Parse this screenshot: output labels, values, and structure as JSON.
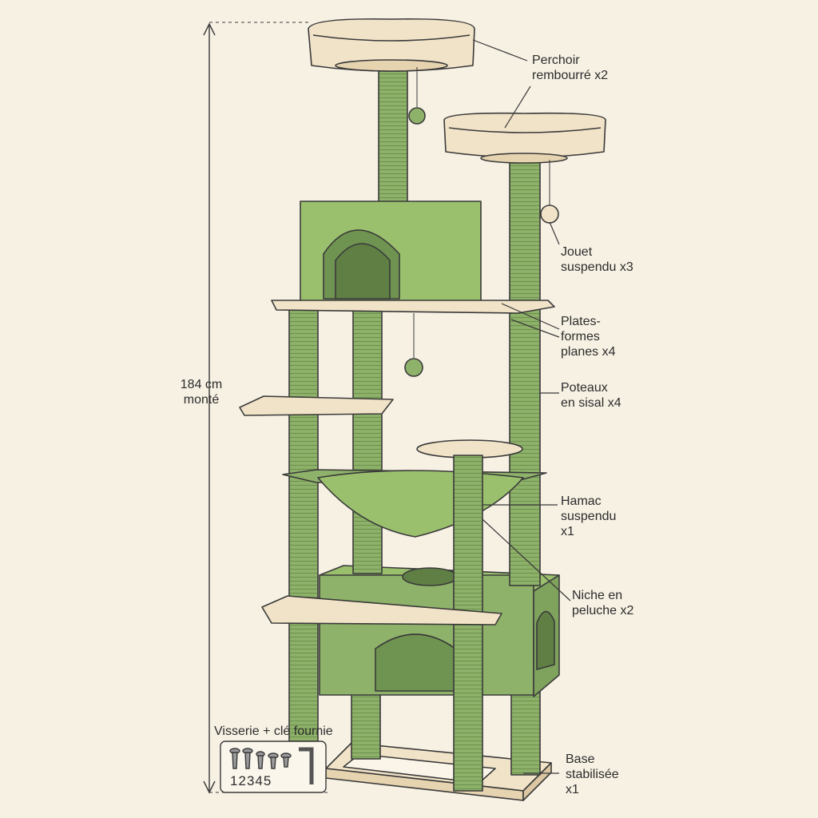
{
  "colors": {
    "background": "#f7f1e4",
    "sisal_green": "#8fb26a",
    "plush_green": "#9ac06e",
    "cream": "#f1e3c8",
    "line": "#3a3a3a"
  },
  "height_label": {
    "line1": "184 cm",
    "line2": "monté"
  },
  "callouts": [
    {
      "id": "perchoir",
      "line1": "Perchoir",
      "line2": "rembourré x2",
      "line3": ""
    },
    {
      "id": "jouet",
      "line1": "Jouet",
      "line2": "suspendu x3",
      "line3": ""
    },
    {
      "id": "plateformes",
      "line1": "Plates-",
      "line2": "formes",
      "line3": "planes x4"
    },
    {
      "id": "poteaux",
      "line1": "Poteaux",
      "line2": "en sisal x4",
      "line3": ""
    },
    {
      "id": "hamac",
      "line1": "Hamac",
      "line2": "suspendu",
      "line3": "x1"
    },
    {
      "id": "niche",
      "line1": "Niche en",
      "line2": "peluche x2",
      "line3": ""
    },
    {
      "id": "base",
      "line1": "Base",
      "line2": "stabilisée",
      "line3": "x1"
    }
  ],
  "hardware": {
    "title": "Visserie + clé fournie",
    "numbers": [
      "1",
      "2",
      "3",
      "4",
      "5"
    ],
    "icons": [
      "screw-icon",
      "screw-icon",
      "screw-icon",
      "screw-icon",
      "screw-icon",
      "allen-key-icon"
    ]
  }
}
